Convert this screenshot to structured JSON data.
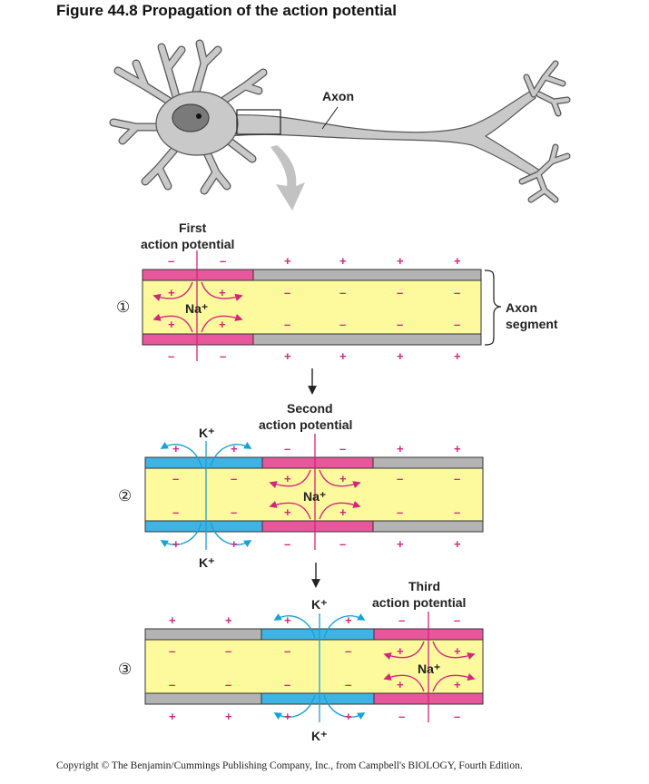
{
  "figure": {
    "title": "Figure 44.8  Propagation of the action potential",
    "axon_label": "Axon",
    "segment_label_line1": "Axon",
    "segment_label_line2": "segment"
  },
  "steps": [
    {
      "number": "①",
      "label_line1": "First",
      "label_line2": "action potential",
      "na_label": "Na⁺",
      "k_label": ""
    },
    {
      "number": "②",
      "label_line1": "Second",
      "label_line2": "action potential",
      "na_label": "Na⁺",
      "k_label": "K⁺"
    },
    {
      "number": "③",
      "label_line1": "Third",
      "label_line2": "action potential",
      "na_label": "Na⁺",
      "k_label": "K⁺"
    }
  ],
  "signs": {
    "plus": "+",
    "minus": "–"
  },
  "colors": {
    "depolarized": "#e8579b",
    "repolarizing": "#3fb4e4",
    "resting": "#b3b3b3",
    "cytoplasm": "#fdfa9e",
    "sign": "#d6247c",
    "na_arrow": "#d6247c",
    "k_arrow": "#1aa0d8"
  },
  "copyright": "Copyright ©  The Benjamin/Cummings Publishing Company, Inc., from Campbell's BIOLOGY, Fourth Edition."
}
